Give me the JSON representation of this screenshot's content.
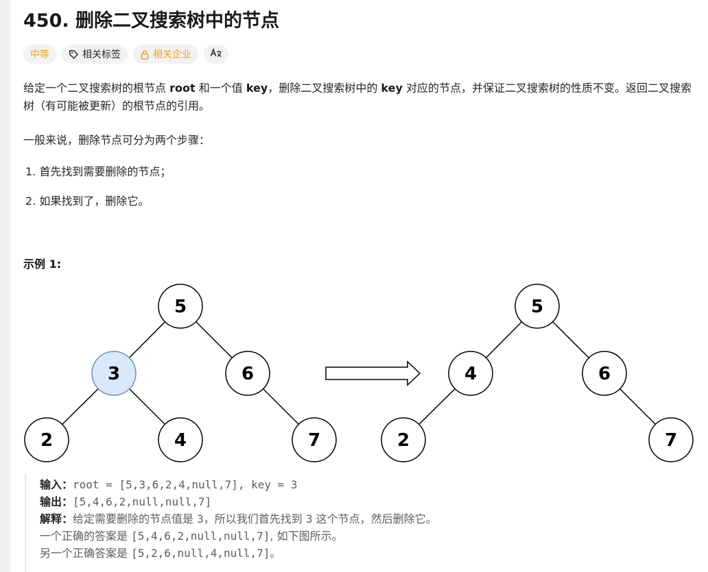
{
  "title": "450. 删除二叉搜索树中的节点",
  "tags": {
    "difficulty": "中等",
    "related_tags": "相关标签",
    "related_companies": "相关企业",
    "translate_icon": "translate-icon"
  },
  "description": {
    "p1_a": "给定一个二叉搜索树的根节点 ",
    "p1_b": "root",
    "p1_c": " 和一个值 ",
    "p1_d": "key",
    "p1_e": "，删除二叉搜索树中的 ",
    "p1_f": "key",
    "p1_g": " 对应的节点，并保证二叉搜索树的性质不变。返回二叉搜索树（有可能被更新）的根节点的引用。",
    "p2": "一般来说，删除节点可分为两个步骤：",
    "step1": "1. 首先找到需要删除的节点；",
    "step2": "2. 如果找到了，删除它。"
  },
  "example": {
    "title": "示例 1:",
    "tree_before": [
      "5",
      "3",
      "6",
      "2",
      "4",
      "7"
    ],
    "tree_after": [
      "5",
      "4",
      "6",
      "2",
      "7"
    ],
    "input_label": "输入：",
    "input_value": "root = [5,3,6,2,4,null,7], key = 3",
    "output_label": "输出：",
    "output_value": "[5,4,6,2,null,null,7]",
    "explain_label": "解释：",
    "explain_a": "给定需要删除的节点值是 ",
    "explain_b": "3",
    "explain_c": "，所以我们首先找到 ",
    "explain_d": "3",
    "explain_e": " 这个节点，然后删除它。",
    "line4_a": "一个正确的答案是 ",
    "line4_b": "[5,4,6,2,null,null,7]",
    "line4_c": ", 如下图所示。",
    "line5_a": "另一个正确答案是 ",
    "line5_b": "[5,2,6,null,4,null,7]",
    "line5_c": "。"
  },
  "colors": {
    "highlight_fill": "#dae8fc",
    "highlight_stroke": "#6c8ebf",
    "difficulty": "#f0a020"
  }
}
